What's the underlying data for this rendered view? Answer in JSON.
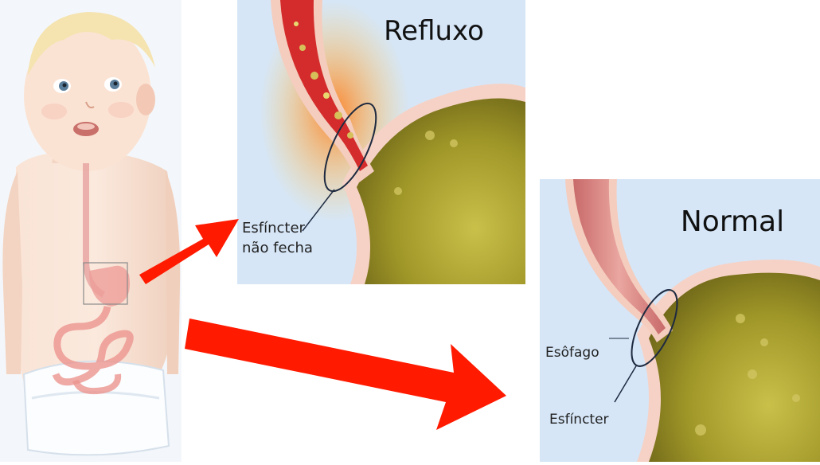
{
  "panels": {
    "reflux": {
      "title": "Refluxo",
      "label_line1": "Esfíncter",
      "label_line2": "não fecha"
    },
    "normal": {
      "title": "Normal",
      "esophagus_label": "Esôfago",
      "sphincter_label": "Esfíncter"
    }
  },
  "colors": {
    "arrow": "#ff1a00",
    "panel_bg": "#d6e6f7",
    "stomach": "#a8a030",
    "esophagus": "#e8a0a0",
    "inflamed": "#d62020",
    "skin": "#f6dccb"
  }
}
